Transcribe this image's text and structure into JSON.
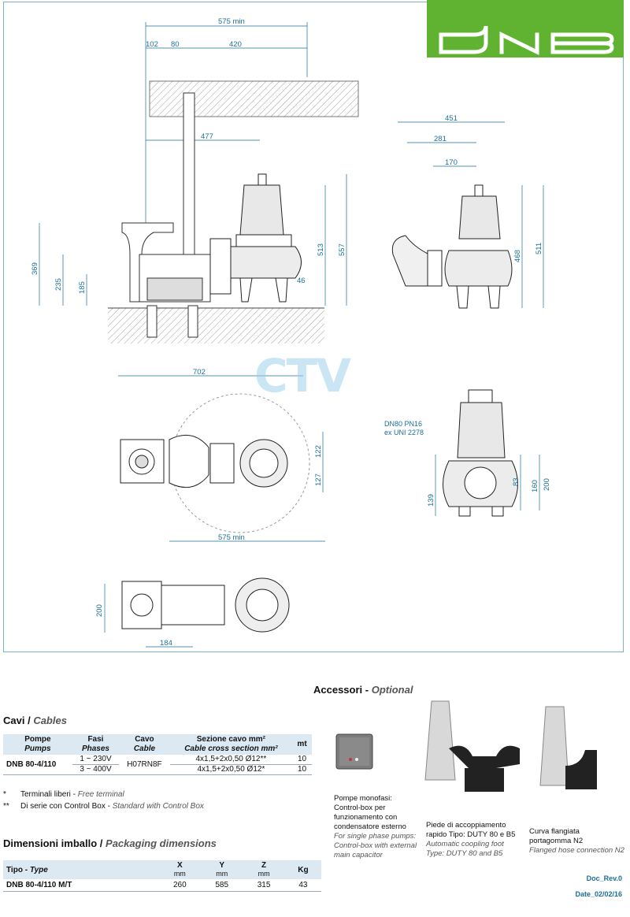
{
  "logo": {
    "text": "DNB",
    "color": "#5fb331"
  },
  "watermark": "CTV",
  "drawing": {
    "dims_top": [
      "575 min",
      "102",
      "80",
      "420",
      "477"
    ],
    "dims_side": [
      "369",
      "235",
      "185",
      "513",
      "557",
      "46"
    ],
    "dims_right": [
      "451",
      "281",
      "170",
      "468",
      "511"
    ],
    "dims_plan": [
      "702",
      "122",
      "127",
      "575 min"
    ],
    "dims_front": [
      "160",
      "200",
      "83",
      "139"
    ],
    "dims_bottom": [
      "200",
      "184"
    ],
    "flange_note_1": "DN80 PN16",
    "flange_note_2": "ex UNI 2278"
  },
  "accessories": {
    "title": "Accessori",
    "title_en": "Optional",
    "items": [
      {
        "lines": [
          "Pompe monofasi:",
          "Control-box per",
          "funzionamento con",
          "condensatore esterno"
        ],
        "lines_en": [
          "For single phase pumps:",
          "Control-box with external",
          "main capacitor"
        ]
      },
      {
        "lines": [
          "Piede di accoppiamento",
          "rapido Tipo: DUTY 80 e B5"
        ],
        "lines_en": [
          "Automatic coopling foot",
          "Type: DUTY 80 and B5"
        ]
      },
      {
        "lines": [
          "Curva flangiata",
          "portagomma N2"
        ],
        "lines_en": [
          "Flanged hose connection N2"
        ]
      }
    ]
  },
  "cables": {
    "title": "Cavi",
    "title_en": "Cables",
    "headers": [
      {
        "it": "Pompe",
        "en": "Pumps"
      },
      {
        "it": "Fasi",
        "en": "Phases"
      },
      {
        "it": "Cavo",
        "en": "Cable"
      },
      {
        "it": "Sezione cavo mm²",
        "en": "Cable cross section mm²"
      },
      {
        "it": "mt",
        "en": ""
      }
    ],
    "model": "DNB 80-4/110",
    "cable": "H07RN8F",
    "rows": [
      {
        "phases": "1 ~ 230V",
        "section": "4x1,5+2x0,50 Ø12**",
        "mt": "10"
      },
      {
        "phases": "3 ~ 400V",
        "section": "4x1,5+2x0,50 Ø12*",
        "mt": "10"
      }
    ]
  },
  "notes": [
    {
      "mark": "*",
      "it": "Terminali liberi",
      "en": "Free terminal"
    },
    {
      "mark": "**",
      "it": "Di serie con Control Box",
      "en": "Standard with Control Box"
    }
  ],
  "packaging": {
    "title": "Dimensioni imballo",
    "title_en": "Packaging dimensions",
    "headers": {
      "type": "Tipo",
      "type_en": "Type",
      "x": "X",
      "y": "Y",
      "z": "Z",
      "unit": "mm",
      "kg": "Kg"
    },
    "row": {
      "type": "DNB 80-4/110 M/T",
      "x": "260",
      "y": "585",
      "z": "315",
      "kg": "43"
    }
  },
  "footer": {
    "rev": "Doc_Rev.0",
    "date": "Date_02/02/16"
  }
}
